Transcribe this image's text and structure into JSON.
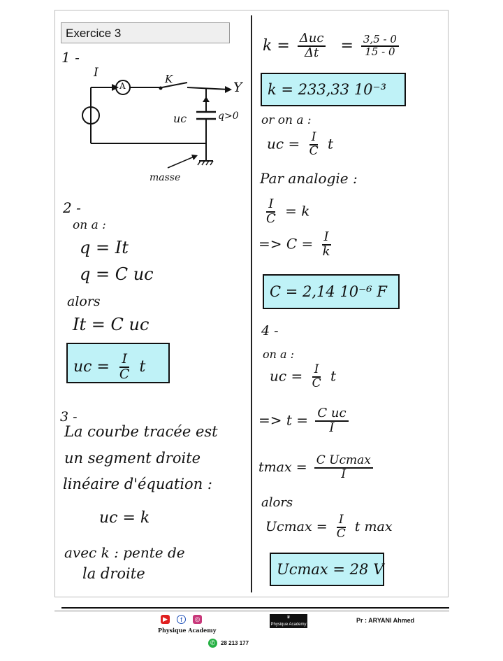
{
  "title": "Exercice 3",
  "part1": {
    "number": "1 -",
    "current_label": "I",
    "ammeter_label": "A",
    "switch_label": "K",
    "y_label": "Y",
    "voltage_label": "uc",
    "charge_label": "q>0",
    "ground_label": "masse"
  },
  "part2": {
    "number": "2 -",
    "intro": "on a :",
    "eq1": "q = It",
    "eq2": "q = C uc",
    "then": "alors",
    "eq3": "It = C uc",
    "result_lhs": "uc =",
    "result_num": "I",
    "result_den": "C",
    "result_tail": "t"
  },
  "part3": {
    "number": "3 -",
    "line1": "La courbe tracée est",
    "line2": "un segment droite",
    "line3": "linéaire d'équation :",
    "eq": "uc = k",
    "line4": "avec  k : pente de",
    "line5": "la droite"
  },
  "right": {
    "k_lhs": "k =",
    "k_num": "Δuc",
    "k_den": "Δt",
    "k_eq2": "=",
    "k_num2": "3,5 - 0",
    "k_den2": "15 - 0",
    "k_result": "k = 233,33 10⁻³",
    "or": "or  on a :",
    "uc_lhs": "uc =",
    "uc_num": "I",
    "uc_den": "C",
    "uc_tail": "t",
    "analogy": "Par analogie :",
    "ik_num": "I",
    "ik_den": "C",
    "ik_tail": "= k",
    "c_lhs": "=> C =",
    "c_num": "I",
    "c_den": "k",
    "c_result": "C = 2,14 10⁻⁶ F"
  },
  "part4": {
    "number": "4 -",
    "intro": "on a :",
    "uc_lhs": "uc =",
    "uc_num": "I",
    "uc_den": "C",
    "uc_tail": "t",
    "t_lhs": "=> t =",
    "t_num": "C uc",
    "t_den": "I",
    "tmax_lhs": "tmax =",
    "tmax_num": "C Ucmax",
    "tmax_den": "I",
    "then": "alors",
    "ucmax_lhs": "Ucmax =",
    "ucmax_num": "I",
    "ucmax_den": "C",
    "ucmax_tail": "t max",
    "result": "Ucmax = 28 V"
  },
  "footer": {
    "brand": "Physique Academy",
    "logo_text": "Physique Academy",
    "author": "Pr : ARYANI Ahmed",
    "phone": "28 213 177"
  },
  "colors": {
    "highlight": "#bff2f7",
    "youtube": "#e02020",
    "facebook": "#1d4fb8",
    "instagram": "#c8387a",
    "whatsapp": "#25b043"
  }
}
